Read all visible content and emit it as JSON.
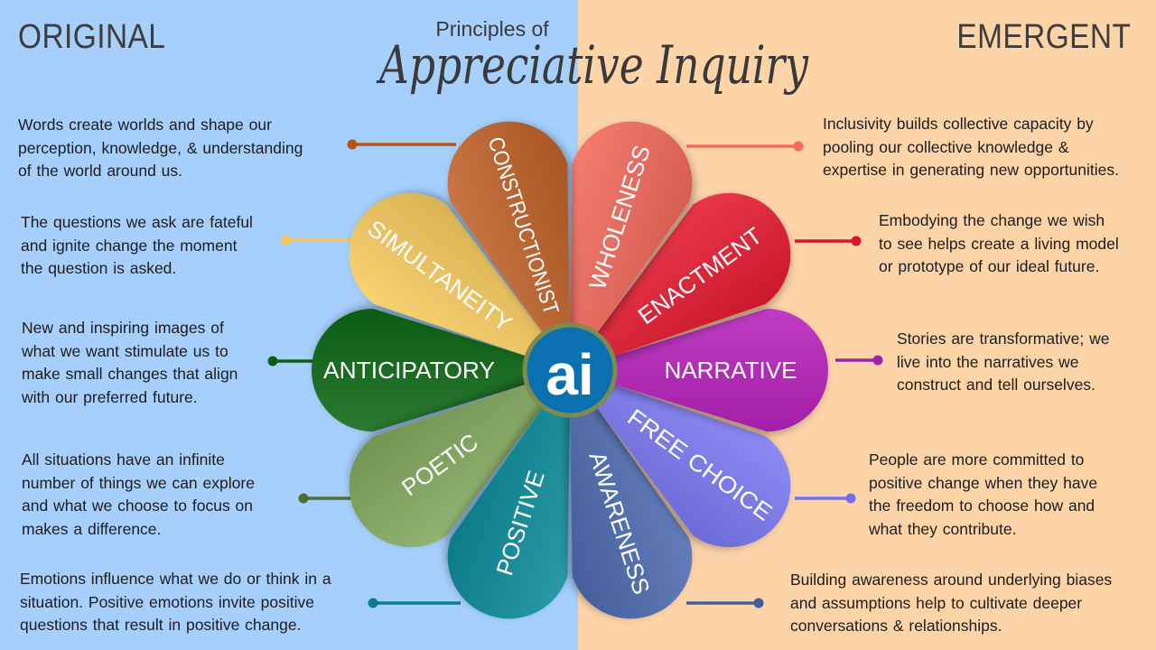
{
  "title": {
    "line1": "Principles of",
    "line2": "Appreciative Inquiry"
  },
  "columns": {
    "left": "ORIGINAL",
    "right": "EMERGENT"
  },
  "center_logo": {
    "text": "ai",
    "fill": "#0b70b0",
    "ring": "#7d8b4c"
  },
  "background": {
    "left": "#a6cffc",
    "right": "#fdd3a8"
  },
  "principles": [
    {
      "label": "CONSTRUCTIONIST",
      "group": "original",
      "color": "#c0622a",
      "line_color": "#b5531a",
      "description": "Words create worlds and shape our\nperception, knowledge, & understanding\nof the world around us."
    },
    {
      "label": "WHOLENESS",
      "group": "emergent",
      "color": "#f36b5c",
      "line_color": "#f26a5c",
      "description": "Inclusivity builds collective capacity by\npooling our collective knowledge &\nexpertise in generating new opportunities."
    },
    {
      "label": "ENACTMENT",
      "group": "emergent",
      "color": "#e51a30",
      "line_color": "#d3162c",
      "description": "Embodying the change we wish\nto see helps create a living model\nor prototype of our ideal future."
    },
    {
      "label": "NARRATIVE",
      "group": "emergent",
      "color": "#b820bd",
      "line_color": "#a020a8",
      "description": "Stories are transformative; we\nlive into the narratives we\nconstruct and tell ourselves."
    },
    {
      "label": "FREE CHOICE",
      "group": "emergent",
      "color": "#7b7af2",
      "line_color": "#6f6ff0",
      "description": "People are more committed to\npositive change when they have\nthe freedom to choose how and\nwhat they contribute."
    },
    {
      "label": "AWARENESS",
      "group": "emergent",
      "color": "#4d6cb0",
      "line_color": "#3f5f9a",
      "description": "Building awareness around underlying biases\nand assumptions help to cultivate deeper\nconversations & relationships."
    },
    {
      "label": "POSITIVE",
      "group": "original",
      "color": "#0e8c9b",
      "line_color": "#0b7d8c",
      "description": "Emotions influence what we do or think in a\nsituation. Positive emotions invite positive\nquestions that result in positive change."
    },
    {
      "label": "POETIC",
      "group": "original",
      "color": "#82a85d",
      "line_color": "#4e6b3a",
      "description": "All situations have an infinite\nnumber of things we can explore\nand what we choose to focus on\nmakes a difference."
    },
    {
      "label": "ANTICIPATORY",
      "group": "original",
      "color": "#0d6813",
      "line_color": "#0d5e12",
      "description": "New and inspiring images of\nwhat we want stimulate us to\nmake small changes that align\nwith our preferred future."
    },
    {
      "label": "SIMULTANEITY",
      "group": "original",
      "color": "#f6cb5e",
      "line_color": "#f4c460",
      "description": "The questions we ask are fateful\nand ignite change the moment\nthe question is asked."
    }
  ]
}
